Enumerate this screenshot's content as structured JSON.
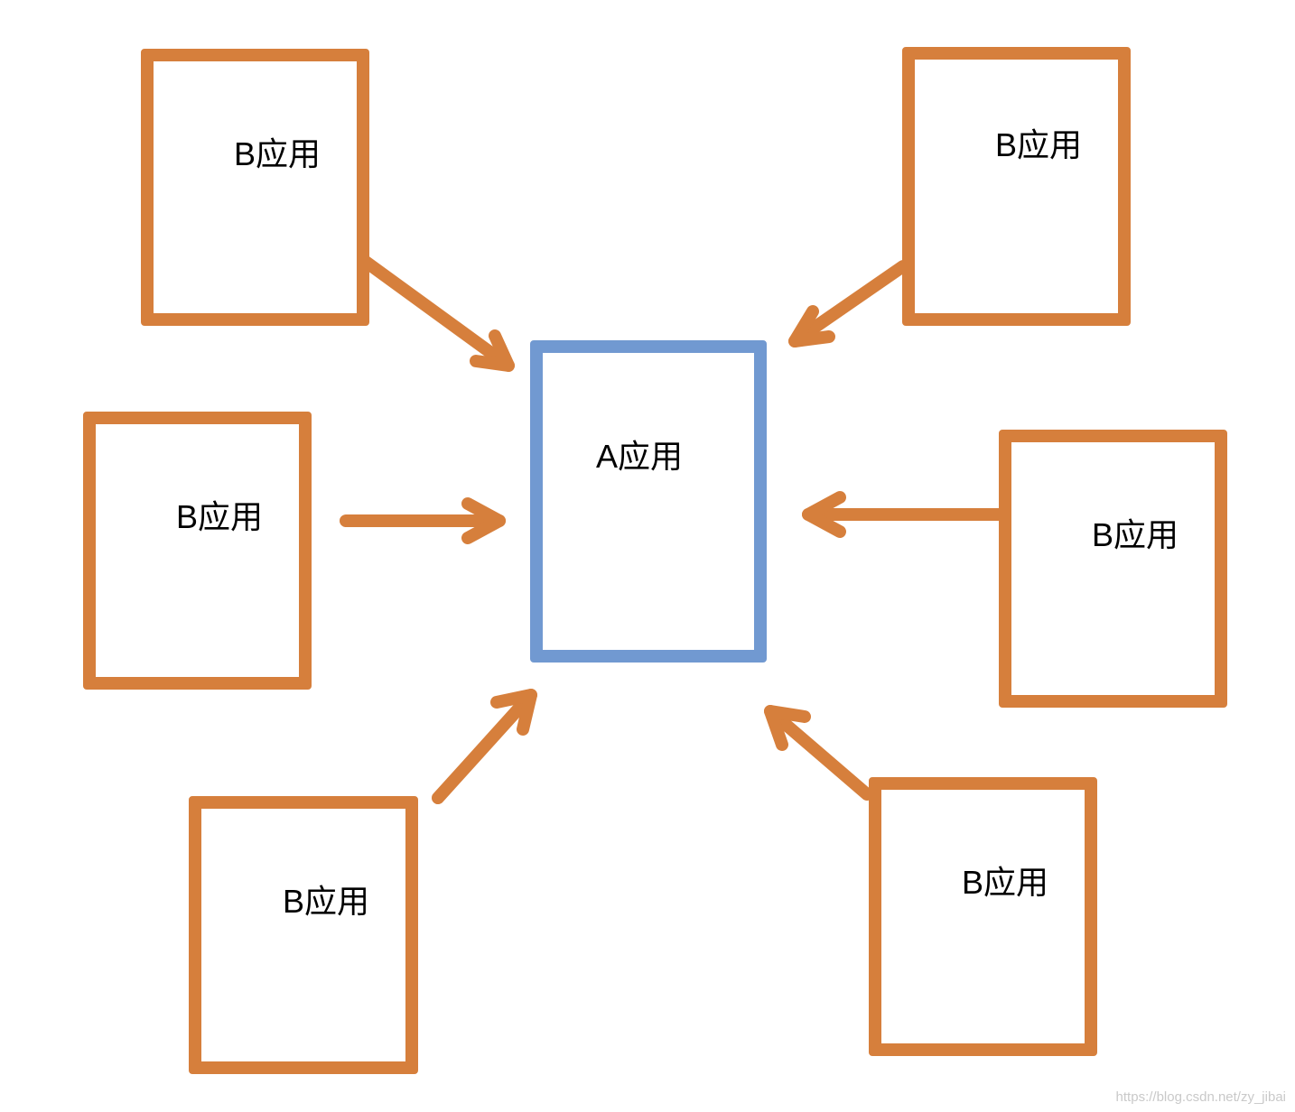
{
  "diagram": {
    "center": {
      "label": "A应用"
    },
    "nodes": [
      {
        "label": "B应用"
      },
      {
        "label": "B应用"
      },
      {
        "label": "B应用"
      },
      {
        "label": "B应用"
      },
      {
        "label": "B应用"
      },
      {
        "label": "B应用"
      }
    ],
    "colors": {
      "node_border": "#d67f3c",
      "center_border": "#7199d1",
      "arrow": "#d67f3c"
    }
  },
  "watermark": "https://blog.csdn.net/zy_jibai"
}
